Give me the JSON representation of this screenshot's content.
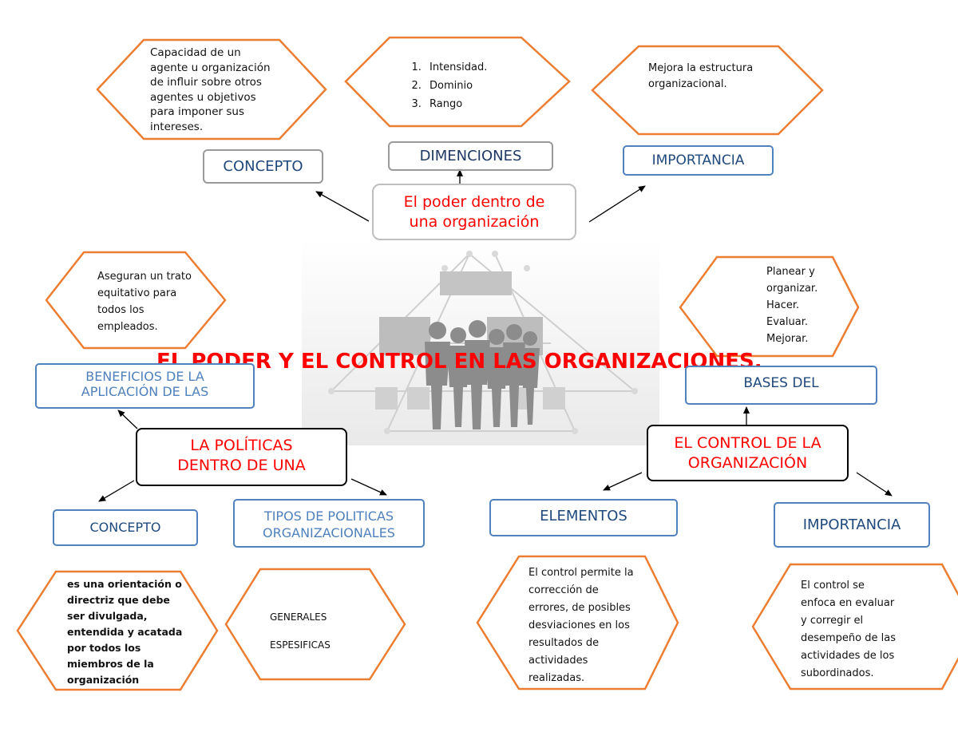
{
  "title": "EL PODER Y EL CONTROL EN LAS ORGANIZACIONES.",
  "colors": {
    "hex_border": "#ed7d31",
    "box_border": "#4f81bd",
    "title_red": "#ff0000",
    "label_navy": "#1f497d"
  },
  "poder": {
    "center": [
      "El poder dentro de",
      "una organización"
    ],
    "concepto": {
      "label": "CONCEPTO",
      "text": [
        "Capacidad de un",
        "agente u organización",
        "de influir sobre otros",
        "agentes u objetivos",
        "para imponer sus",
        "intereses."
      ]
    },
    "dimenciones": {
      "label": "DIMENCIONES",
      "items": [
        "Intensidad.",
        "Dominio",
        "Rango"
      ]
    },
    "importancia": {
      "label": "IMPORTANCIA",
      "text": [
        "Mejora la estructura",
        "organizacional."
      ]
    }
  },
  "politicas": {
    "center": [
      "LA POLÍTICAS",
      "DENTRO DE UNA"
    ],
    "beneficios": {
      "label": [
        "BENEFICIOS DE LA",
        "APLICACIÓN DE LAS"
      ],
      "text": [
        "Aseguran un trato",
        "equitativo para",
        "todos los",
        "empleados."
      ]
    },
    "concepto": {
      "label": "CONCEPTO",
      "text": [
        "es una orientación o",
        "directriz que debe",
        "ser divulgada,",
        "entendida y acatada",
        "por todos los",
        "miembros de la",
        "organización"
      ]
    },
    "tipos": {
      "label": [
        "TIPOS DE POLITICAS",
        "ORGANIZACIONALES"
      ],
      "items": [
        "GENERALES",
        "ESPESIFICAS"
      ]
    }
  },
  "control": {
    "center": [
      "EL CONTROL DE LA",
      "ORGANIZACIÓN"
    ],
    "bases": {
      "label": "BASES DEL",
      "text": [
        "Planear y",
        "organizar.",
        "Hacer.",
        "Evaluar.",
        "Mejorar."
      ]
    },
    "elementos": {
      "label": "ELEMENTOS",
      "text": [
        "El control permite la",
        "corrección de",
        "errores, de posibles",
        "desviaciones en los",
        "resultados de",
        "actividades",
        "realizadas."
      ]
    },
    "importancia": {
      "label": "IMPORTANCIA",
      "text": [
        "El control se",
        "enfoca en evaluar",
        "y corregir el",
        "desempeño de las",
        "actividades de los",
        "subordinados."
      ]
    }
  }
}
